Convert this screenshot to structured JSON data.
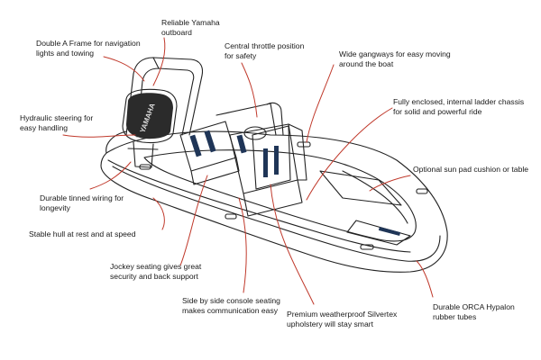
{
  "callouts": [
    {
      "id": "yamaha",
      "lines": [
        "Reliable Yamaha",
        "outboard"
      ]
    },
    {
      "id": "aframe",
      "lines": [
        "Double A Frame for navigation",
        "lights and towing"
      ]
    },
    {
      "id": "throttle",
      "lines": [
        "Central throttle position",
        "for safety"
      ]
    },
    {
      "id": "gangways",
      "lines": [
        "Wide gangways for easy moving",
        "around the boat"
      ]
    },
    {
      "id": "chassis",
      "lines": [
        "Fully enclosed, internal ladder chassis",
        "for solid and powerful ride"
      ]
    },
    {
      "id": "steering",
      "lines": [
        "Hydraulic steering for",
        "easy handling"
      ]
    },
    {
      "id": "sunpad",
      "lines": [
        "Optional sun pad cushion or table"
      ]
    },
    {
      "id": "wiring",
      "lines": [
        "Durable tinned wiring for",
        "longevity"
      ]
    },
    {
      "id": "hull",
      "lines": [
        "Stable hull at rest and at speed"
      ]
    },
    {
      "id": "jockey",
      "lines": [
        "Jockey seating gives great",
        "security and back support"
      ]
    },
    {
      "id": "sidebyside",
      "lines": [
        "Side by side console seating",
        "makes communication easy"
      ]
    },
    {
      "id": "silvertex",
      "lines": [
        "Premium weatherproof Silvertex",
        "upholstery will stay smart"
      ]
    },
    {
      "id": "tubes",
      "lines": [
        "Durable ORCA Hypalon",
        "rubber tubes"
      ]
    }
  ],
  "engine_brand": "YAMAHA",
  "colors": {
    "leader": "#c0392b",
    "outline": "#222222",
    "seat_stripe": "#1f3557"
  }
}
